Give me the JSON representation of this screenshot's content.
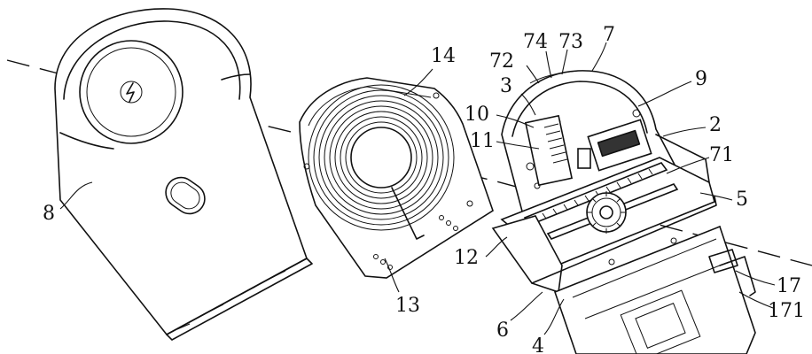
{
  "labels": {
    "l8": "8",
    "l14": "14",
    "l13": "13",
    "l12": "12",
    "l6": "6",
    "l4": "4",
    "l10": "10",
    "l11": "11",
    "l3": "3",
    "l72": "72",
    "l74": "74",
    "l73": "73",
    "l7": "7",
    "l9": "9",
    "l2": "2",
    "l71": "71",
    "l5": "5",
    "l17": "17",
    "l171": "171"
  },
  "icons": {
    "cover_symbol": "lightning-bolt-icon"
  }
}
